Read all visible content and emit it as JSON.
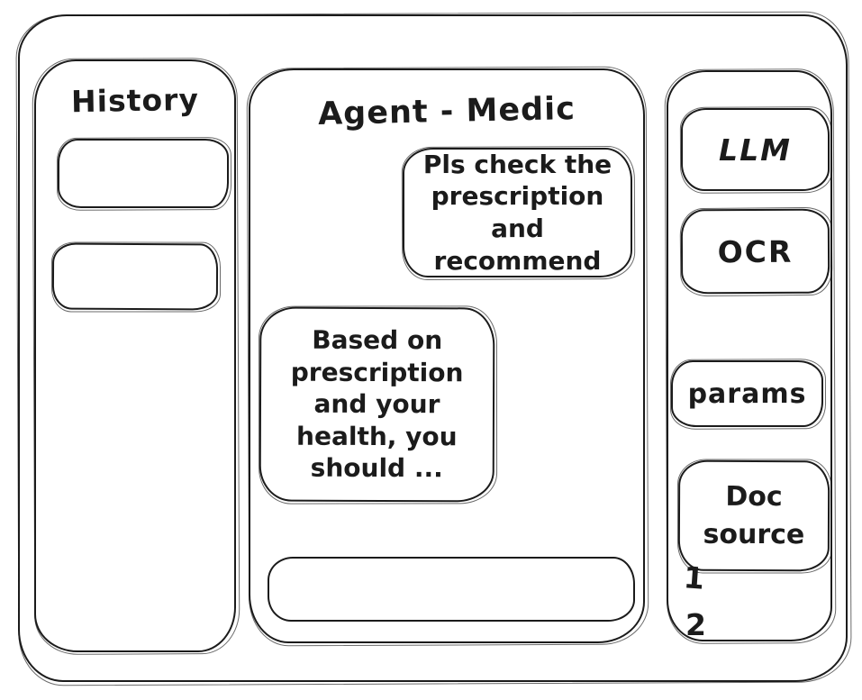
{
  "history": {
    "title": "History",
    "items": [
      "",
      ""
    ]
  },
  "chat": {
    "title": "Agent - Medic",
    "messages": {
      "user": "Pls check the\nprescription\nand recommend",
      "assistant": "Based on\nprescription\nand your\nhealth, you\nshould ..."
    },
    "input": {
      "value": ""
    }
  },
  "tools": {
    "llm": "LLM",
    "ocr": "OCR",
    "params": "params",
    "doc_source": "Doc\nsource",
    "doc_items": [
      "1",
      "2"
    ]
  },
  "colors": {
    "ink": "#1b1b1b",
    "background": "#ffffff"
  }
}
